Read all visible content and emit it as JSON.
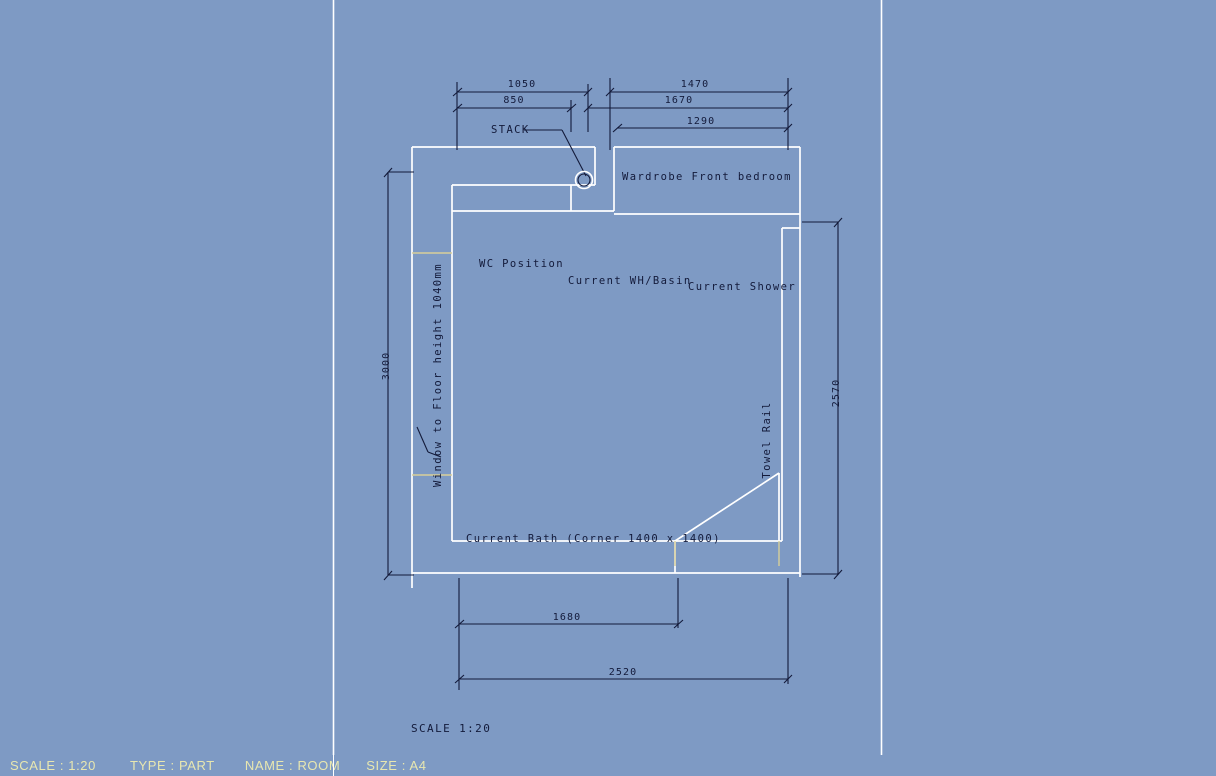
{
  "app": {
    "background_color": "#7e9ac4",
    "sheet_border_color": "#ffffff",
    "wall_color": "#ffffff",
    "dimension_color": "#131a3a",
    "window_color": "#d8cf9a",
    "status_text_color": "#e8e7b0"
  },
  "drawing": {
    "scale_note": "SCALE 1:20",
    "dimensions": {
      "top_outer_left": "1050",
      "top_inner_left": "850",
      "top_outer_right": "1470",
      "top_inner_right": "1670",
      "top_third_right": "1290",
      "left_vertical": "3000",
      "right_vertical": "2570",
      "bottom_inner": "1680",
      "bottom_outer": "2520"
    },
    "labels": {
      "stack": "STACK",
      "wardrobe": "Wardrobe Front bedroom",
      "wc_position": "WC Position",
      "current_basin": "Current WH/Basin",
      "current_shower": "Current Shower",
      "towel_rail": "Towel Rail",
      "window_height": "Window to Floor height 1040mm",
      "current_bath": "Current Bath (Corner 1400 x 1400)"
    }
  },
  "statusbar": {
    "scale": "SCALE : 1:20",
    "type": "TYPE : PART",
    "name": "NAME : ROOM",
    "size": "SIZE : A4"
  }
}
